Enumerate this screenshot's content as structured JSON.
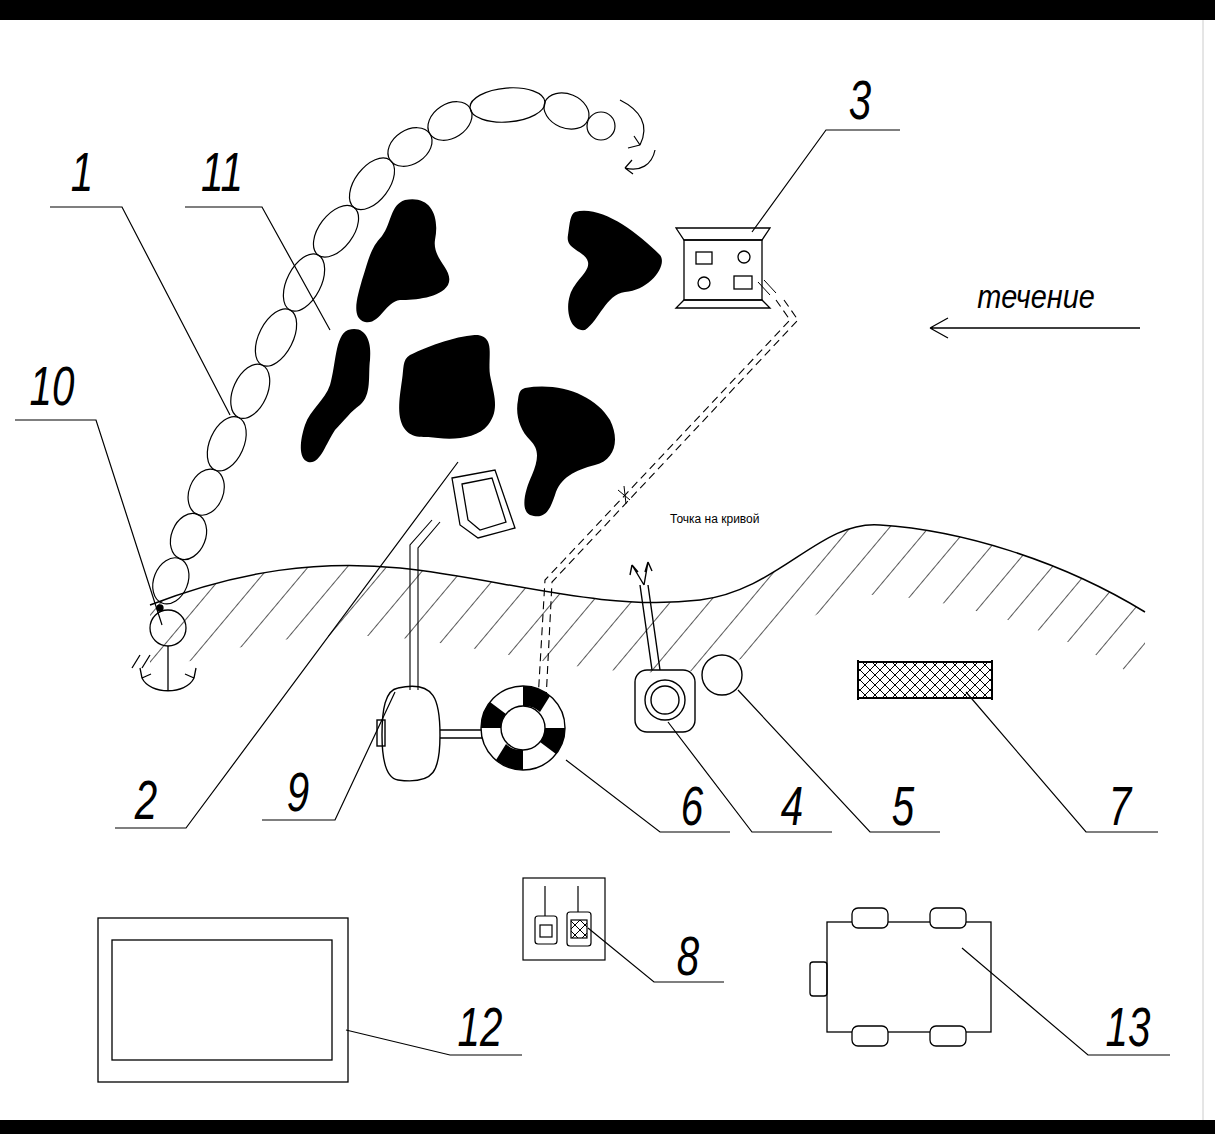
{
  "diagram": {
    "labels": [
      "1",
      "11",
      "3",
      "течение",
      "10",
      "Точка на кривой",
      "2",
      "9",
      "6",
      "4",
      "5",
      "7",
      "8",
      "12",
      "13"
    ]
  }
}
